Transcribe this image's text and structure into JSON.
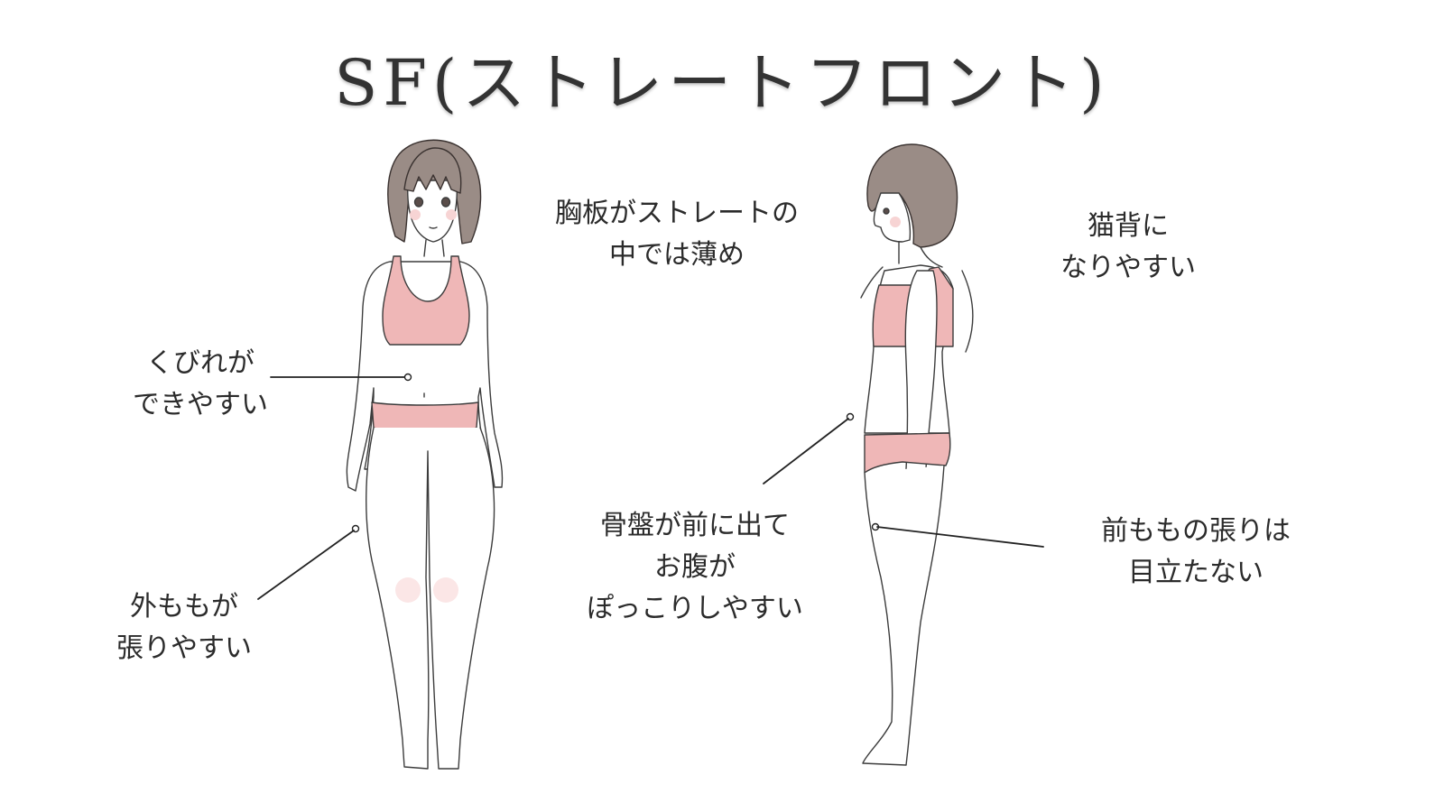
{
  "title": "SF(ストレートフロント)",
  "colors": {
    "hair": "#9a8c86",
    "hair_outline": "#3a3230",
    "underwear": "#efb7b7",
    "skin": "#ffffff",
    "outline": "#3c3c3c",
    "blush": "#f7d4d4"
  },
  "annotations": {
    "chest": [
      "胸板がストレートの",
      "中では薄め"
    ],
    "waist": [
      "くびれが",
      "できやすい"
    ],
    "outer_thigh": [
      "外ももが",
      "張りやすい"
    ],
    "back": [
      "猫背に",
      "なりやすい"
    ],
    "pelvis": [
      "骨盤が前に出て",
      "お腹が",
      "ぽっこりしやすい"
    ],
    "front_thigh": [
      "前ももの張りは",
      "目立たない"
    ]
  }
}
